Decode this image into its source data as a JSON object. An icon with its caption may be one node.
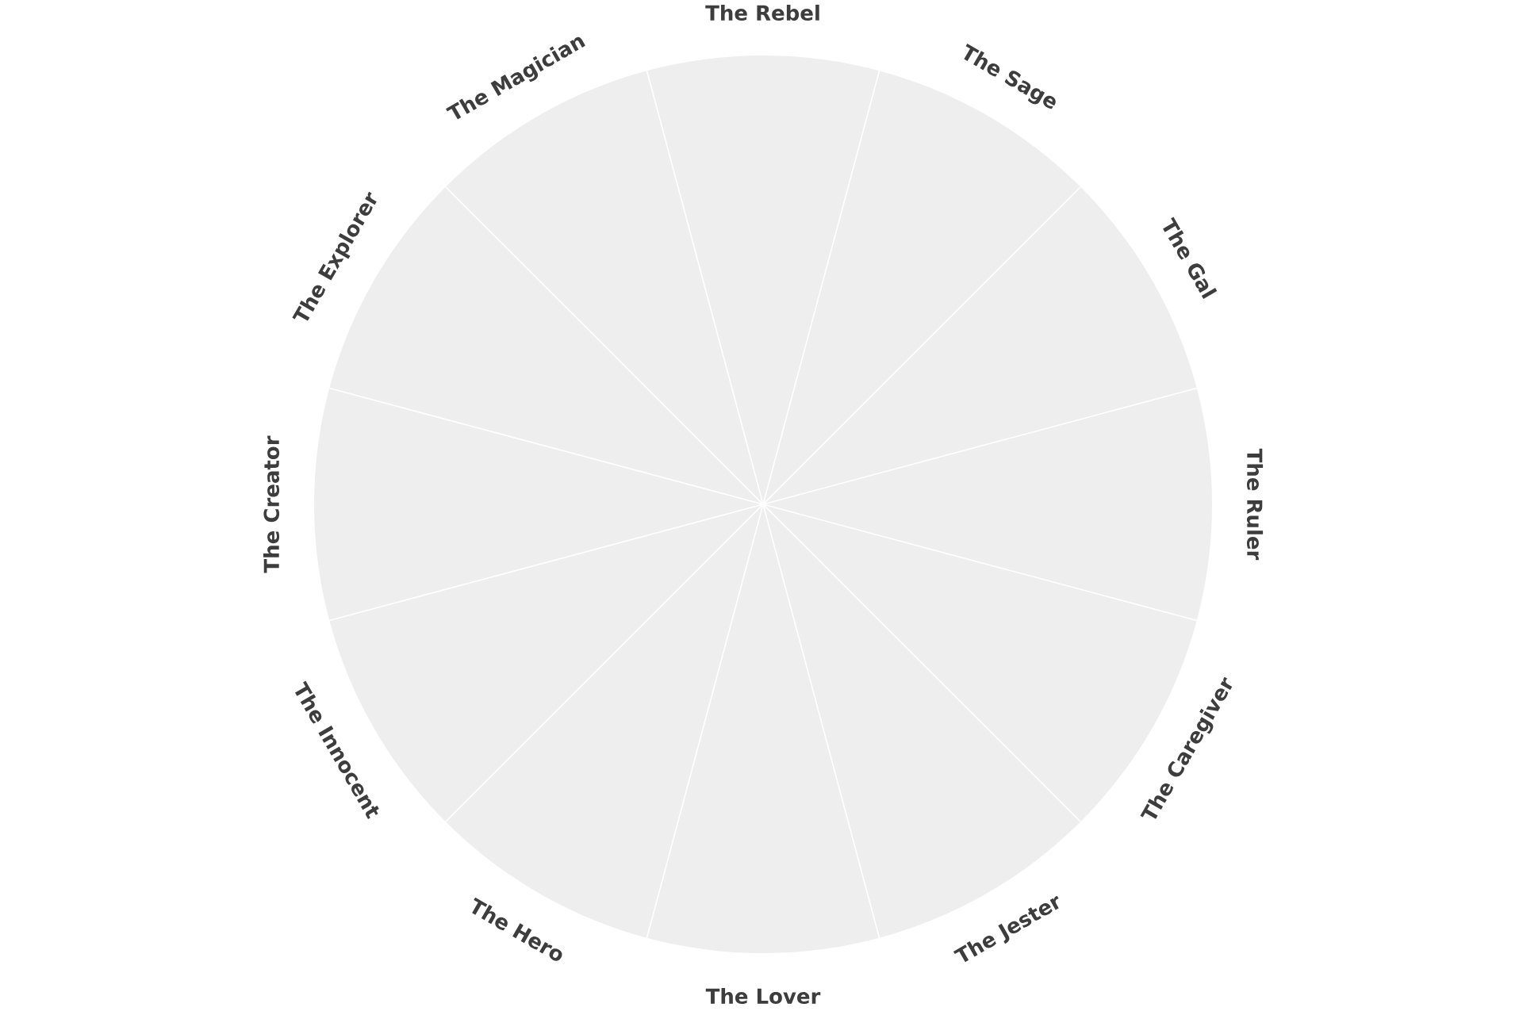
{
  "diagram": {
    "nodes": [
      {
        "text": [
          "The Rebel"
        ]
      },
      {
        "text": [
          "The Sage"
        ]
      },
      {
        "text": [
          "The Gal"
        ]
      },
      {
        "text": [
          "The Ruler"
        ]
      },
      {
        "text": [
          "The Caregiver"
        ]
      },
      {
        "text": [
          "The Jester"
        ]
      },
      {
        "text": [
          "The Lover"
        ]
      },
      {
        "text": [
          "The Hero"
        ]
      },
      {
        "text": [
          "The Innocent"
        ]
      },
      {
        "text": [
          "The Creator"
        ]
      },
      {
        "text": [
          "The Explorer"
        ]
      },
      {
        "text": [
          "The Magician"
        ]
      }
    ]
  }
}
